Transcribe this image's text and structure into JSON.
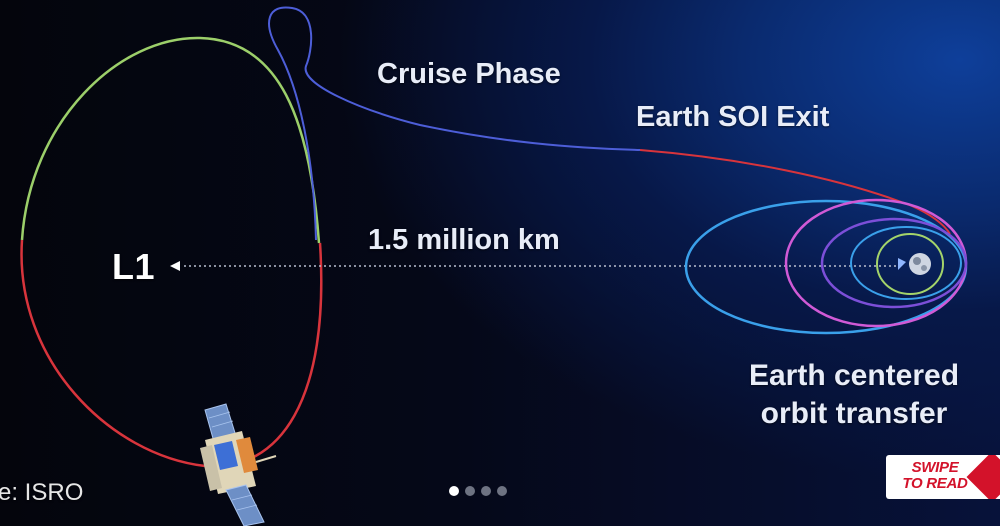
{
  "diagram": {
    "l1_label": "L1",
    "cruise_phase_label": "Cruise Phase",
    "earth_soi_exit_label": "Earth SOI Exit",
    "distance_label": "1.5 million km",
    "transfer_label_line1": "Earth centered",
    "transfer_label_line2": "orbit transfer"
  },
  "footer": {
    "source_text": "e: ISRO",
    "pager": {
      "total": 4,
      "active": 1
    },
    "swipe_line1": "SWIPE",
    "swipe_line2": "TO READ"
  },
  "colors": {
    "halo_green": "#9ccf6a",
    "halo_red": "#d8343c",
    "cruise_blue": "#4d5ed8",
    "orbit_outer_blue": "#3aa0ea",
    "orbit_magenta": "#d05ad6",
    "orbit_purple": "#7c4fd8",
    "orbit_inner_green": "#a4d46a",
    "swipe_red": "#d3122a"
  }
}
